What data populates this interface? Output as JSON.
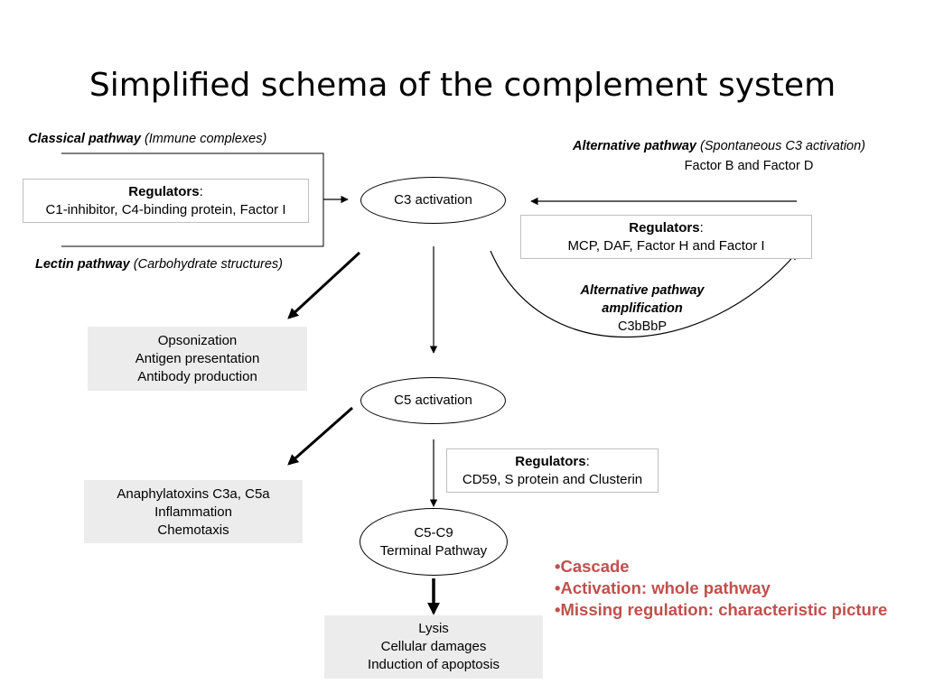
{
  "title": "Simplified schema of the complement system",
  "classical": {
    "name": "Classical pathway",
    "detail": "(Immune complexes)"
  },
  "lectin": {
    "name": "Lectin pathway",
    "detail": "(Carbohydrate structures)"
  },
  "alternative": {
    "name": "Alternative pathway",
    "detail": "(Spontaneous C3 activation)",
    "factors": "Factor B and Factor D"
  },
  "regulators_left": {
    "heading": "Regulators",
    "colon": ":",
    "text": "C1-inhibitor, C4-binding protein, Factor I"
  },
  "regulators_right": {
    "heading": "Regulators",
    "colon": ":",
    "text": "MCP, DAF, Factor H and Factor I"
  },
  "regulators_c5": {
    "heading": "Regulators",
    "colon": ":",
    "text": "CD59, S protein and Clusterin"
  },
  "amplification": {
    "line1": "Alternative pathway",
    "line2": "amplification",
    "line3": "C3bBbP"
  },
  "nodes": {
    "c3": "C3 activation",
    "c5": "C5 activation",
    "c5c9_line1": "C5-C9",
    "c5c9_line2": "Terminal Pathway"
  },
  "outcome_opsonization": [
    "Opsonization",
    "Antigen presentation",
    "Antibody production"
  ],
  "outcome_anaphylatoxins": [
    "Anaphylatoxins C3a, C5a",
    "Inflammation",
    "Chemotaxis"
  ],
  "outcome_lysis": [
    "Lysis",
    "Cellular damages",
    "Induction of apoptosis"
  ],
  "bullets": [
    "•Cascade",
    "•Activation: whole pathway",
    "•Missing regulation: characteristic picture"
  ],
  "colors": {
    "accent_red": "#c0504d",
    "outcome_box_fill": "#ececec",
    "regulator_border": "#bfbfbf"
  }
}
